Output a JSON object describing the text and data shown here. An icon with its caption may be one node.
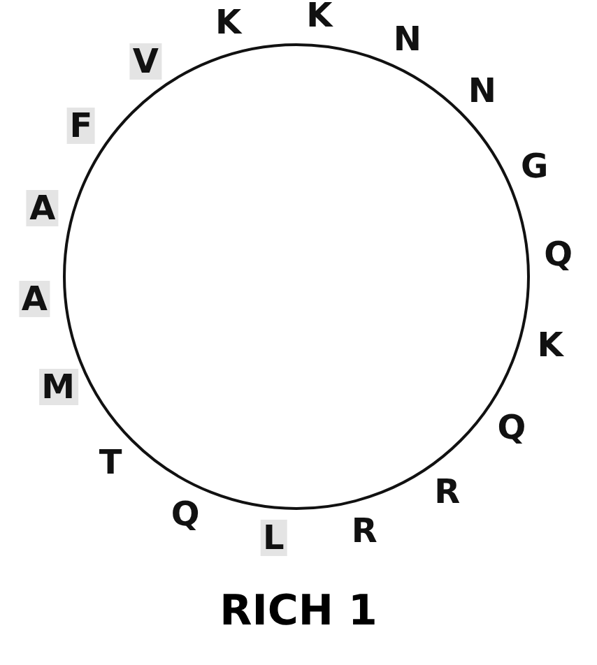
{
  "diagram": {
    "title": "RICH 1",
    "labels": [
      "K",
      "N",
      "N",
      "G",
      "Q",
      "K",
      "Q",
      "R",
      "R",
      "L",
      "Q",
      "T",
      "M",
      "A",
      "A",
      "F",
      "V",
      "K"
    ]
  }
}
